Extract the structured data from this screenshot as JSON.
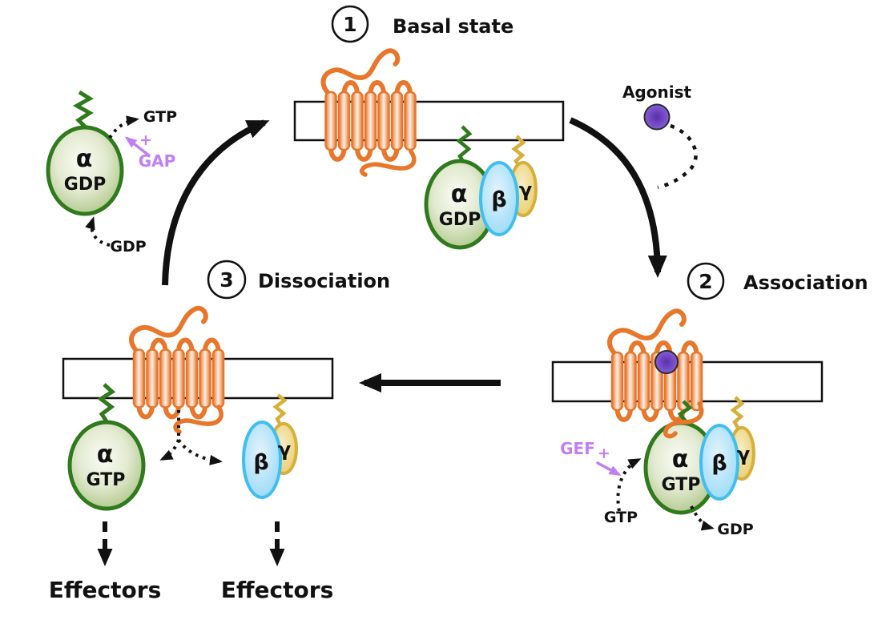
{
  "steps": {
    "basal": {
      "number": "1",
      "label": "Basal state"
    },
    "association": {
      "number": "2",
      "label": "Association"
    },
    "dissociation": {
      "number": "3",
      "label": "Dissociation"
    }
  },
  "agonist": {
    "label": "Agonist"
  },
  "hydrolysis_complex": {
    "alpha": "α",
    "nucleotide": "GDP",
    "gtp_out": "GTP",
    "gdp_in": "GDP",
    "gap": "GAP",
    "plus": "+"
  },
  "basal_complex": {
    "alpha": "α",
    "nucleotide": "GDP",
    "beta": "β",
    "gamma": "γ"
  },
  "association_complex": {
    "alpha": "α",
    "nucleotide": "GTP",
    "beta": "β",
    "gamma": "γ",
    "gef": "GEF",
    "plus": "+",
    "gtp_in": "GTP",
    "gdp_out": "GDP"
  },
  "dissociation_complex": {
    "alpha": "α",
    "nucleotide": "GTP",
    "beta": "β",
    "gamma": "γ",
    "effectors_alpha": "Effectors",
    "effectors_betagamma": "Effectors"
  },
  "colors": {
    "receptor_orange": "#E8762B",
    "membrane_outline": "#111111",
    "alpha_green": "#2F7A1D",
    "beta_blue": "#41BEF0",
    "gamma_gold": "#D7AF3B",
    "agonist_purple": "#7B52CE",
    "regulator_purple": "#C27FF4",
    "arrow_black": "#111111"
  }
}
